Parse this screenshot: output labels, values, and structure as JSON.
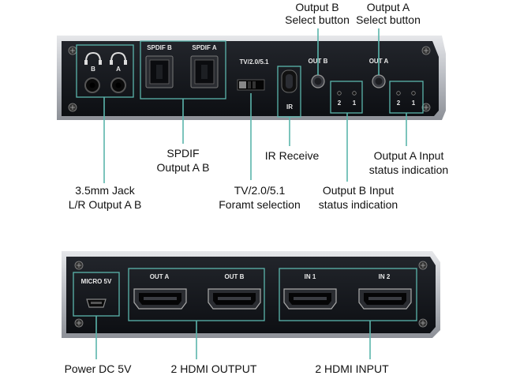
{
  "top_panel": {
    "labels": {
      "headphone_b": "B",
      "headphone_a": "A",
      "spdif_b": "SPDIF B",
      "spdif_a": "SPDIF A",
      "format_switch": "TV/2.0/5.1",
      "ir": "IR",
      "out_b": "OUT B",
      "out_a": "OUT A",
      "b_led_2": "2",
      "b_led_1": "1",
      "a_led_2": "2",
      "a_led_1": "1"
    },
    "callouts": {
      "output_b_select": [
        "Output B",
        "Select button"
      ],
      "output_a_select": [
        "Output A",
        "Select button"
      ],
      "spdif_output": [
        "SPDIF",
        "Output A B"
      ],
      "ir_receive": [
        "IR Receive"
      ],
      "output_a_status": [
        "Output A Input",
        "status indication"
      ],
      "jack_output": [
        "3.5mm Jack",
        "L/R Output A B"
      ],
      "format_selection": [
        "TV/2.0/5.1",
        "Foramt selection"
      ],
      "output_b_status": [
        "Output B Input",
        "status indication"
      ]
    }
  },
  "bottom_panel": {
    "labels": {
      "micro_usb": "MICRO 5V",
      "hdmi_out_a": "OUT A",
      "hdmi_out_b": "OUT B",
      "hdmi_in_1": "IN 1",
      "hdmi_in_2": "IN 2"
    },
    "callouts": {
      "power": "Power DC 5V",
      "hdmi_output": "2 HDMI OUTPUT",
      "hdmi_input": "2 HDMI INPUT"
    }
  },
  "colors": {
    "panel": "#16181d",
    "frame": "#c4c7cc",
    "highlight": "#5bb5ac"
  }
}
